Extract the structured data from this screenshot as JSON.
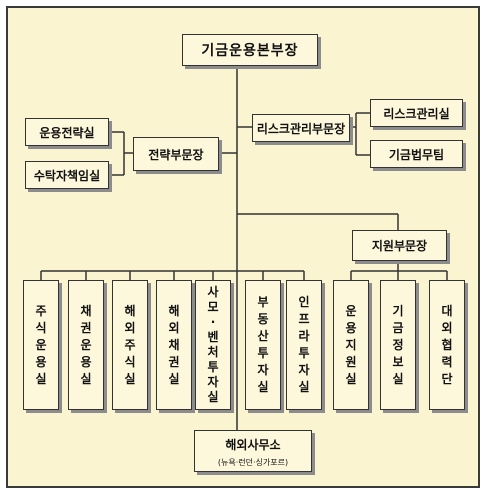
{
  "top": "기금운용본부장",
  "strategy": {
    "head": "전략부문장",
    "units": [
      "운용전략실",
      "수탁자책임실"
    ]
  },
  "risk": {
    "head": "리스크관리부문장",
    "units": [
      "리스크관리실",
      "기금법무팀"
    ]
  },
  "support": {
    "head": "지원부문장",
    "units": [
      "운용지원실",
      "기금정보실",
      "대외협력단"
    ]
  },
  "investment_units": [
    "주식운용실",
    "채권운용실",
    "해외주식실",
    "해외채권실",
    "사모·벤처투자실",
    "부동산투자실",
    "인프라투자실"
  ],
  "overseas": {
    "title": "해외사무소",
    "subtitle": "(뉴욕·런던·싱가포르)"
  }
}
